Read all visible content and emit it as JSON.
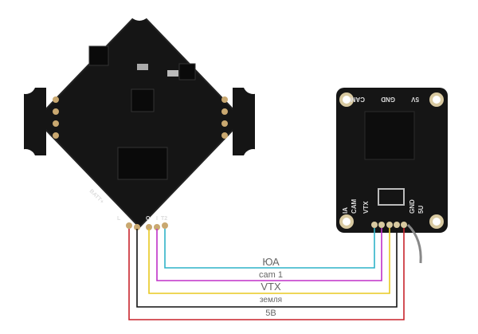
{
  "wires": [
    {
      "label": "ЮА",
      "color": "#2fb3c8"
    },
    {
      "label": "cam 1",
      "color": "#c030c8"
    },
    {
      "label": "VTX",
      "color": "#e8c820"
    },
    {
      "label": "земля",
      "color": "#111111"
    },
    {
      "label": "5В",
      "color": "#c8242c"
    }
  ],
  "fc_board": {
    "pad_labels": [
      "L",
      "O",
      "I",
      "T2"
    ],
    "batt_label": "BATT+"
  },
  "vtx_board": {
    "top_labels": [
      "CAM",
      "GND",
      "5V"
    ],
    "bottom_labels": [
      "IA",
      "CAM",
      "VTX",
      "GND",
      "5U"
    ]
  }
}
